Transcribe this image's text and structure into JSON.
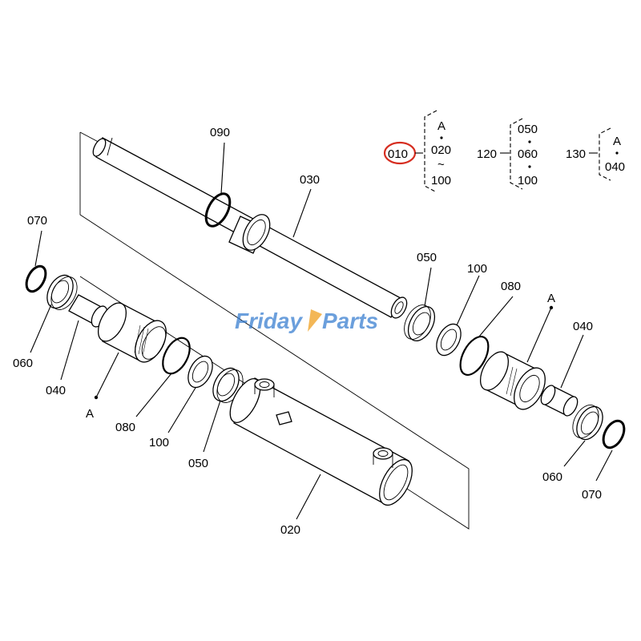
{
  "labels": {
    "p090": "090",
    "p030": "030",
    "p070_left": "070",
    "p060_left": "060",
    "p040_left": "040",
    "a_left": "A",
    "p080_left": "080",
    "p100_left": "100",
    "p050_left": "050",
    "p020": "020",
    "p050_right": "050",
    "p100_right": "100",
    "p080_right": "080",
    "a_right": "A",
    "p040_right": "040",
    "p060_right": "060",
    "p070_right": "070"
  },
  "legend": {
    "group010": {
      "id": "010",
      "items": [
        "A",
        "020",
        "100"
      ]
    },
    "group120": {
      "id": "120",
      "items": [
        "050",
        "060",
        "100"
      ]
    },
    "group130": {
      "id": "130",
      "items": [
        "A",
        "040"
      ]
    }
  },
  "watermark": {
    "part1": "Friday",
    "part2": "Parts"
  },
  "colors": {
    "highlight": "#d62d20",
    "watermark_blue": "#3a7fd1",
    "watermark_orange": "#f0a020"
  }
}
